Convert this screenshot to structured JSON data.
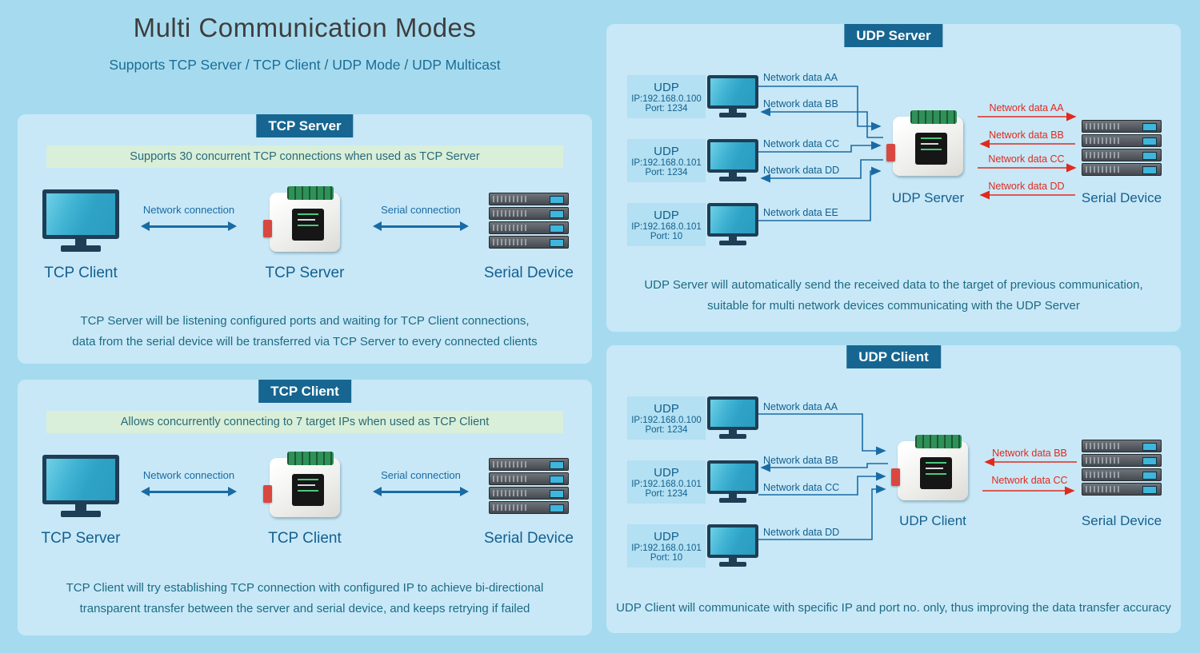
{
  "page": {
    "title": "Multi Communication Modes",
    "subtitle": "Supports TCP Server / TCP Client / UDP Mode / UDP Multicast"
  },
  "colors": {
    "background": "#a6dbef",
    "panel": "#c8e8f7",
    "header_badge": "#176691",
    "note_background": "#d9efd9",
    "accent_blue": "#1a6ba4",
    "data_red": "#e02a1e",
    "monitor_teal": "#2fa3c6"
  },
  "tcp_server": {
    "header": "TCP Server",
    "note": "Supports 30 concurrent TCP connections when used as TCP Server",
    "nodes": {
      "left": "TCP Client",
      "center": "TCP Server",
      "right": "Serial Device"
    },
    "connections": {
      "left": "Network connection",
      "right": "Serial connection"
    },
    "description": [
      "TCP Server will be listening configured ports and waiting for TCP Client connections,",
      "data from the serial device will be transferred via TCP Server to every connected clients"
    ]
  },
  "tcp_client": {
    "header": "TCP Client",
    "note": "Allows concurrently connecting to 7 target IPs when used as TCP Client",
    "nodes": {
      "left": "TCP Server",
      "center": "TCP Client",
      "right": "Serial Device"
    },
    "connections": {
      "left": "Network connection",
      "right": "Serial connection"
    },
    "description": [
      "TCP Client will try establishing TCP connection with configured IP to achieve bi-directional",
      "transparent transfer between the server and serial device, and keeps retrying if failed"
    ]
  },
  "udp_server": {
    "header": "UDP Server",
    "clients": [
      {
        "title": "UDP",
        "ip": "IP:192.168.0.100",
        "port": "Port: 1234"
      },
      {
        "title": "UDP",
        "ip": "IP:192.168.0.101",
        "port": "Port: 1234"
      },
      {
        "title": "UDP",
        "ip": "IP:192.168.0.101",
        "port": "Port: 10"
      }
    ],
    "network_labels": [
      "Network data AA",
      "Network data BB",
      "Network data CC",
      "Network data DD",
      "Network data EE"
    ],
    "device_label": "UDP Server",
    "serial_label": "Serial Device",
    "serial_links": [
      "Network data AA",
      "Network data BB",
      "Network data CC",
      "Network data DD"
    ],
    "description": [
      "UDP Server will automatically send the received data to the target of previous communication,",
      "suitable for multi network devices communicating with the UDP Server"
    ]
  },
  "udp_client": {
    "header": "UDP Client",
    "clients": [
      {
        "title": "UDP",
        "ip": "IP:192.168.0.100",
        "port": "Port: 1234"
      },
      {
        "title": "UDP",
        "ip": "IP:192.168.0.101",
        "port": "Port: 1234"
      },
      {
        "title": "UDP",
        "ip": "IP:192.168.0.101",
        "port": "Port: 10"
      }
    ],
    "network_labels": [
      "Network data AA",
      "Network data BB",
      "Network data CC",
      "Network data DD"
    ],
    "device_label": "UDP Client",
    "serial_label": "Serial Device",
    "serial_links": [
      "Network data BB",
      "Network data CC"
    ],
    "description": [
      "UDP Client will communicate with specific IP and port no. only, thus improving the data transfer accuracy"
    ]
  }
}
